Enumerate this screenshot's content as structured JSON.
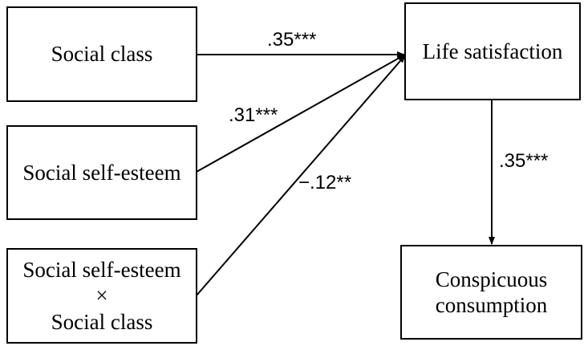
{
  "nodes": {
    "social_class": {
      "label": "Social class"
    },
    "social_self_esteem": {
      "label": "Social self-esteem"
    },
    "interaction": {
      "label": "Social self-esteem\n×\nSocial class"
    },
    "life_satisfaction": {
      "label": "Life satisfaction"
    },
    "conspicuous_consumption": {
      "label": "Conspicuous\nconsumption"
    }
  },
  "paths": {
    "social_class_to_life_satisfaction": {
      "coefficient": ".35***"
    },
    "social_self_esteem_to_life_satisfaction": {
      "coefficient": ".31***"
    },
    "interaction_to_life_satisfaction": {
      "coefficient": "−.12**"
    },
    "life_satisfaction_to_conspicuous_consumption": {
      "coefficient": ".35***"
    }
  }
}
